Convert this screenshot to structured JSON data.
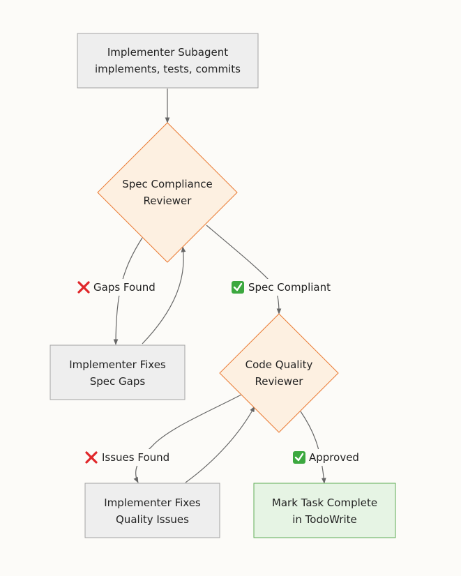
{
  "colors": {
    "background": "#fcfbf8",
    "process_fill": "#eeeeee",
    "process_stroke": "#a3a3a3",
    "decision_fill": "#fdf0e1",
    "decision_stroke": "#ea7a32",
    "done_fill": "#e6f4e4",
    "done_stroke": "#5fad56",
    "edge": "#666666",
    "text": "#222222"
  },
  "nodes": {
    "implementer": {
      "line1": "Implementer Subagent",
      "line2": "implements, tests, commits"
    },
    "spec_reviewer": {
      "line1": "Spec Compliance",
      "line2": "Reviewer"
    },
    "fix_spec": {
      "line1": "Implementer Fixes",
      "line2": "Spec Gaps"
    },
    "quality_reviewer": {
      "line1": "Code Quality",
      "line2": "Reviewer"
    },
    "fix_quality": {
      "line1": "Implementer Fixes",
      "line2": "Quality Issues"
    },
    "complete": {
      "line1": "Mark Task Complete",
      "line2": "in TodoWrite"
    }
  },
  "edges": {
    "gaps_found": {
      "label": "Gaps Found",
      "icon": "cross-mark-icon"
    },
    "spec_compliant": {
      "label": "Spec Compliant",
      "icon": "check-mark-icon"
    },
    "issues_found": {
      "label": "Issues Found",
      "icon": "cross-mark-icon"
    },
    "approved": {
      "label": "Approved",
      "icon": "check-mark-icon"
    }
  }
}
